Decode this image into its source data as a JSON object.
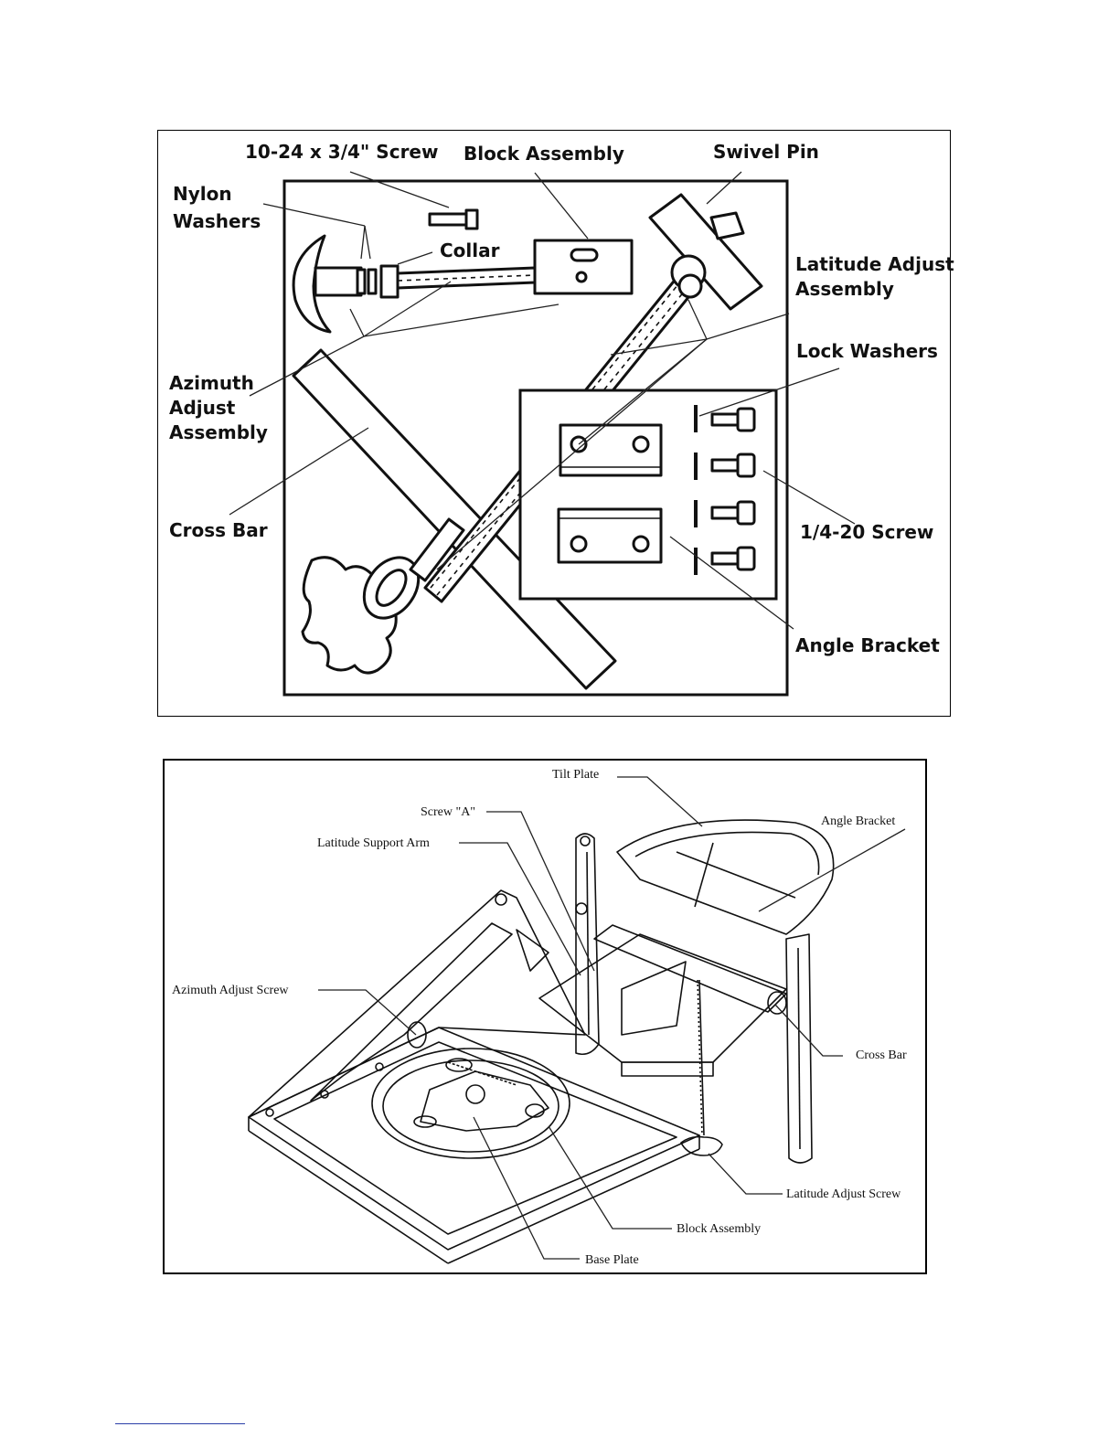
{
  "exploded_view": {
    "labels": {
      "screw_10_24": "10-24 x 3/4\" Screw",
      "block_assembly": "Block Assembly",
      "swivel_pin": "Swivel Pin",
      "nylon_washers_1": "Nylon",
      "nylon_washers_2": "Washers",
      "collar": "Collar",
      "latitude_adjust_1": "Latitude Adjust",
      "latitude_adjust_2": "Assembly",
      "lock_washers": "Lock Washers",
      "azimuth_1": "Azimuth",
      "azimuth_2": "Adjust",
      "azimuth_3": "Assembly",
      "cross_bar": "Cross Bar",
      "screw_quarter_20": "1/4-20 Screw",
      "angle_bracket": "Angle Bracket"
    }
  },
  "assembled_view": {
    "labels": {
      "tilt_plate": "Tilt Plate",
      "screw_a": "Screw \"A\"",
      "angle_bracket": "Angle Bracket",
      "latitude_support_arm": "Latitude Support Arm",
      "azimuth_adjust_screw": "Azimuth Adjust Screw",
      "cross_bar": "Cross Bar",
      "latitude_adjust_screw": "Latitude Adjust Screw",
      "block_assembly": "Block Assembly",
      "base_plate": "Base Plate"
    }
  }
}
